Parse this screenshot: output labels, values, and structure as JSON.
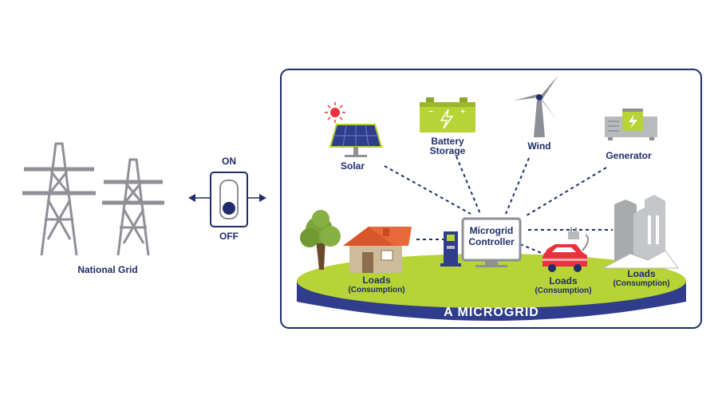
{
  "grid": {
    "label": "National Grid"
  },
  "switch": {
    "on_label": "ON",
    "off_label": "OFF"
  },
  "microgrid": {
    "title": "A MICROGRID",
    "sources": {
      "solar": "Solar",
      "battery_line1": "Battery",
      "battery_line2": "Storage",
      "wind": "Wind",
      "generator": "Generator"
    },
    "controller_line1": "Microgrid",
    "controller_line2": "Controller",
    "loads": [
      {
        "title": "Loads",
        "subtitle": "(Consumption)"
      },
      {
        "title": "Loads",
        "subtitle": "(Consumption)"
      },
      {
        "title": "Loads",
        "subtitle": "(Consumption)"
      }
    ]
  },
  "colors": {
    "navy": "#1f2d6b",
    "lime": "#b7d336",
    "gray": "#8e9096",
    "red": "#e8323e",
    "house_roof": "#e8683a",
    "house_wall": "#cdbb9a"
  }
}
